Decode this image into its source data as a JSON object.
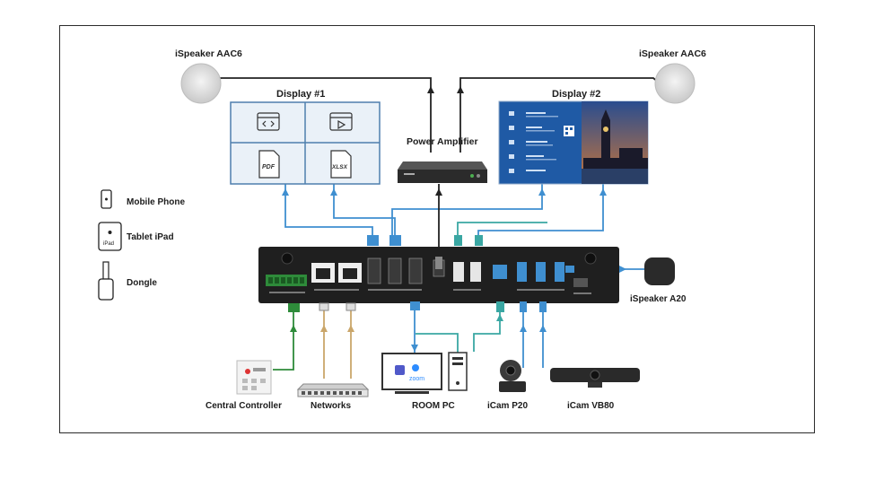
{
  "labels": {
    "speaker_left": "iSpeaker AAC6",
    "speaker_right": "iSpeaker AAC6",
    "display1": "Display #1",
    "display2": "Display #2",
    "amplifier": "Power Amplifier",
    "mobile": "Mobile Phone",
    "ipad": "Tablet iPad",
    "dongle": "Dongle",
    "speaker_a20": "iSpeaker A20",
    "central_controller": "Central Controller",
    "networks": "Networks",
    "room_pc": "ROOM PC",
    "icam_p20": "iCam P20",
    "icam_vb80": "iCam VB80"
  },
  "panel_text": {
    "ipad_tag": "iPad",
    "file_pdf": "PDF",
    "file_xlsx": "XLSX",
    "zoom": "zoom"
  },
  "colors": {
    "blue_cable": "#3f8fd0",
    "green_cable": "#2e8b3a",
    "tan_cable": "#caa66a",
    "teal_cable": "#3aa7a3",
    "black_cable": "#222222",
    "hub_body": "#1f1f1f",
    "display2_bg": "#1f5aa5"
  }
}
